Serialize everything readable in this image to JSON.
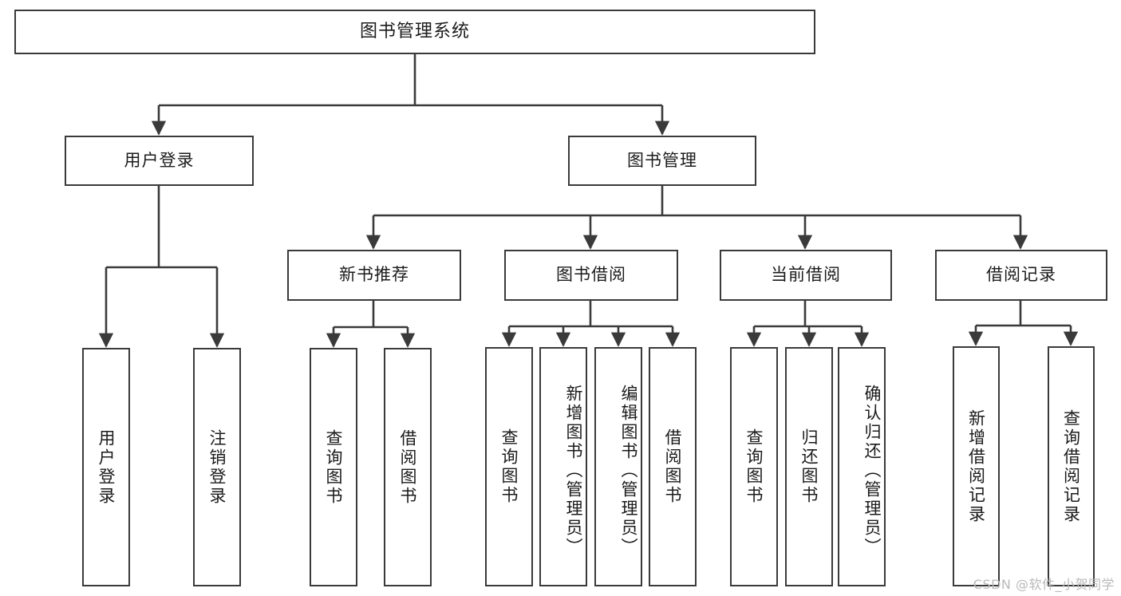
{
  "diagram": {
    "type": "tree-hierarchy",
    "title": "图书管理系统",
    "orientation": "top-down",
    "line_color": "#3a3a3a",
    "box_fill": "#ffffff",
    "text_color": "#1b1b1b",
    "watermark": "CSDN @软件_小贺同学",
    "watermark_color": "#b9b9b9"
  },
  "nodes": {
    "root": {
      "label": "图书管理系统",
      "level": 0
    },
    "level1": [
      {
        "id": "user-login",
        "label": "用户登录"
      },
      {
        "id": "book-manage",
        "label": "图书管理"
      }
    ],
    "level2": [
      {
        "id": "new-book-recommend",
        "label": "新书推荐",
        "parent": "book-manage"
      },
      {
        "id": "book-borrow",
        "label": "图书借阅",
        "parent": "book-manage"
      },
      {
        "id": "current-borrow",
        "label": "当前借阅",
        "parent": "book-manage"
      },
      {
        "id": "borrow-record",
        "label": "借阅记录",
        "parent": "book-manage"
      }
    ],
    "leaves": [
      {
        "id": "leaf-user-login",
        "label": "用户登录",
        "parent": "user-login"
      },
      {
        "id": "leaf-user-logout",
        "label": "注销登录",
        "parent": "user-login"
      },
      {
        "id": "leaf-query-book-1",
        "label": "查询图书",
        "parent": "new-book-recommend"
      },
      {
        "id": "leaf-borrow-book-1",
        "label": "借阅图书",
        "parent": "new-book-recommend"
      },
      {
        "id": "leaf-query-book-2",
        "label": "查询图书",
        "parent": "book-borrow"
      },
      {
        "id": "leaf-add-book",
        "label": "新增图书（管理员）",
        "parent": "book-borrow"
      },
      {
        "id": "leaf-edit-book",
        "label": "编辑图书（管理员）",
        "parent": "book-borrow"
      },
      {
        "id": "leaf-borrow-book-2",
        "label": "借阅图书",
        "parent": "book-borrow"
      },
      {
        "id": "leaf-query-book-3",
        "label": "查询图书",
        "parent": "current-borrow"
      },
      {
        "id": "leaf-return-book",
        "label": "归还图书",
        "parent": "current-borrow"
      },
      {
        "id": "leaf-confirm-return",
        "label": "确认归还（管理员）",
        "parent": "current-borrow"
      },
      {
        "id": "leaf-add-record",
        "label": "新增借阅记录",
        "parent": "borrow-record"
      },
      {
        "id": "leaf-query-record",
        "label": "查询借阅记录",
        "parent": "borrow-record"
      }
    ]
  }
}
